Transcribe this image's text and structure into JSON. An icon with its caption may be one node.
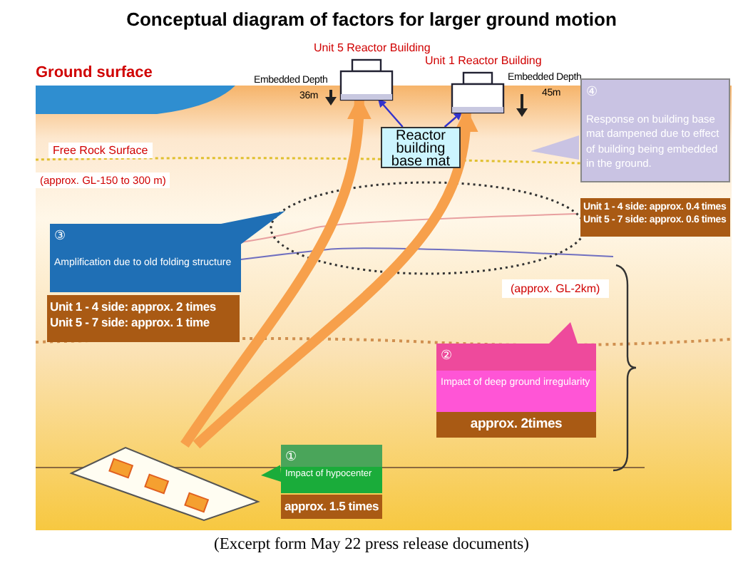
{
  "diagram": {
    "title": "Conceptual diagram of factors for larger ground motion",
    "caption": "(Excerpt form May 22 press release documents)",
    "nodes": [
      {
        "text": [
          "Unit 5 Reactor Building"
        ],
        "beside": [
          "Embedded Depth",
          "36m"
        ]
      },
      {
        "text": [
          "Unit 1 Reactor Building"
        ],
        "beside": [
          "Embedded Depth",
          "45m"
        ]
      },
      {
        "text": [
          "Reactor building base mat"
        ]
      },
      {
        "text": [
          "④",
          "Response on building base mat dampened due to effect of building being embedded in the ground."
        ]
      },
      {
        "text": [
          "Unit 1 - 4 side: approx. 0.4 times",
          "Unit 5 - 7 side: approx. 0.6 times"
        ]
      },
      {
        "text": [
          "③",
          "Amplification due to old folding structure"
        ]
      },
      {
        "text": [
          "Unit 1 - 4 side: approx. 2 times",
          "Unit 5 - 7 side: approx. 1 time"
        ]
      },
      {
        "text": [
          "②",
          "Impact of deep ground irregularity"
        ]
      },
      {
        "text": [
          "approx. 2times"
        ]
      },
      {
        "text": [],
        "shape": "picture"
      },
      {
        "text": [
          "①",
          "Impact of hypocenter"
        ]
      },
      {
        "text": [
          "approx. 1.5 times"
        ]
      }
    ],
    "edges": [
      {
        "from": 2,
        "to": 0,
        "arrow": "to",
        "color": "#3333cc"
      },
      {
        "from": 2,
        "to": 1,
        "arrow": "to",
        "color": "#3333cc"
      },
      {
        "from": 9,
        "to": 0,
        "arrow": "to",
        "style": "thick",
        "color": "#f7a04b"
      },
      {
        "from": 9,
        "to": 1,
        "arrow": "to",
        "style": "thick",
        "color": "#f7a04b"
      },
      {
        "from": 10,
        "to": 9,
        "arrow": "to",
        "color": "#1aac3a"
      }
    ],
    "labels": [
      "Ground surface",
      "Free Rock Surface",
      "(approx. GL-150 to 300 m)",
      "(approx. GL-2km)"
    ]
  }
}
